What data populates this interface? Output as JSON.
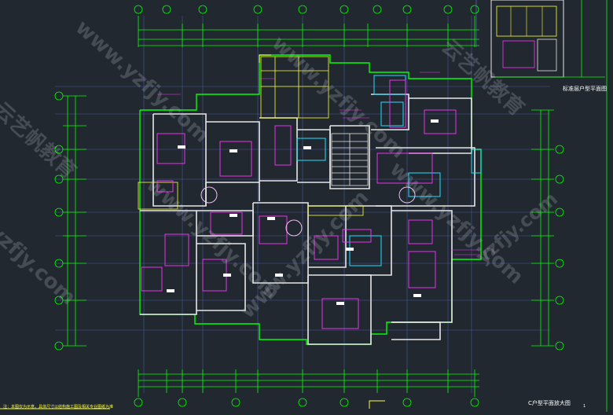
{
  "drawing": {
    "main_plan_title": "C户型平面放大图",
    "inset_plan_title": "标准层户型平面图",
    "bottom_note": "注：本图仅为示意，具体尺寸以结构施工图及相关专业图纸为准",
    "bottom_right_mark": "1"
  },
  "watermarks": {
    "brand": "云艺帆教育",
    "url": "www.yzfjy.com",
    "url_short": "yzfjy.com"
  },
  "colors": {
    "background": "#212830",
    "wall": "#e6e6e6",
    "axis_line": "#00ff00",
    "dimension": "#00ff00",
    "grid": "#6a7bd8",
    "furniture": "#ff33ff",
    "cyan": "#22e0ff",
    "yellow": "#ffff33"
  }
}
